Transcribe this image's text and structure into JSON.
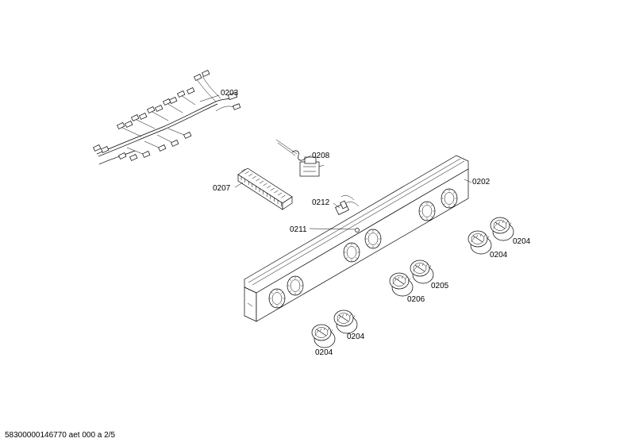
{
  "callouts": {
    "p0203": "0203",
    "p0208": "0208",
    "p0207": "0207",
    "p0212": "0212",
    "p0202": "0202",
    "p0211": "0211",
    "p0204_a": "0204",
    "p0204_b": "0204",
    "p0205": "0205",
    "p0206": "0206",
    "p0204_c": "0204",
    "p0204_d": "0204"
  },
  "footer": "58300000146770 aet 000 a 2/5"
}
